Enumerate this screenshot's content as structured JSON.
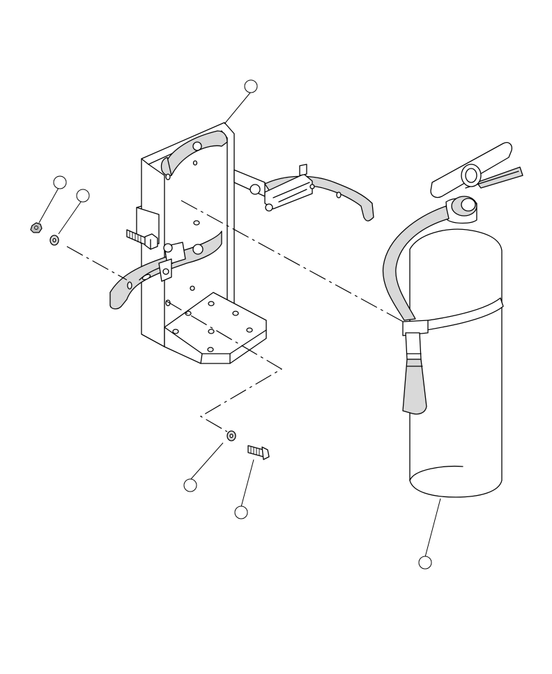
{
  "diagram": {
    "callouts": [
      {
        "id": "bracket",
        "label": ""
      },
      {
        "id": "nut",
        "label": ""
      },
      {
        "id": "washer-left",
        "label": ""
      },
      {
        "id": "washer-bottom",
        "label": ""
      },
      {
        "id": "bolt",
        "label": ""
      },
      {
        "id": "extinguisher",
        "label": ""
      }
    ],
    "colors": {
      "line": "#000000",
      "shade": "#d9d9d9",
      "background": "#ffffff"
    }
  }
}
